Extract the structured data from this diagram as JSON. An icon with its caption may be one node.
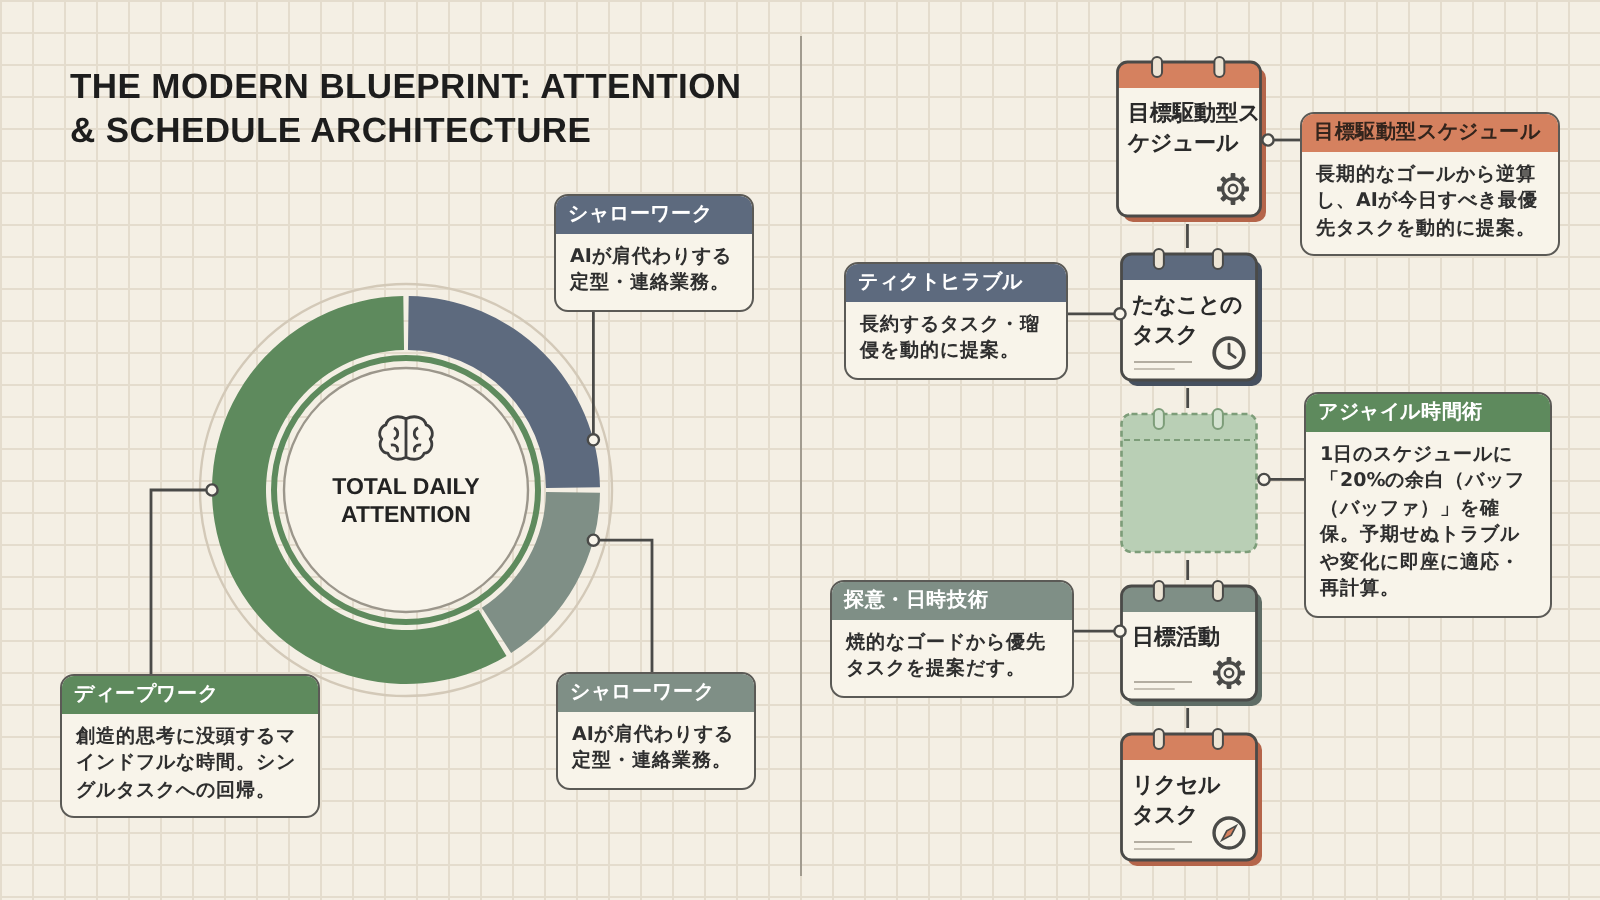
{
  "diagram": {
    "title": "THE MODERN BLUEPRINT: ATTENTION & SCHEDULE ARCHITECTURE",
    "nodes": [
      {
        "text": [
          "シャローワーク",
          "AIが肩代わりする定型・連絡業務。"
        ]
      },
      {
        "text": [
          "TOTAL DAILY ATTENTION"
        ]
      },
      {
        "text": [],
        "shape": "arc",
        "in": 1
      },
      {
        "text": [],
        "shape": "arc",
        "in": 1
      },
      {
        "text": [],
        "shape": "arc",
        "in": 1
      },
      {
        "text": [
          "ディープワーク",
          "創造的思考に没頭するマインドフルな時間。シングルタスクへの回帰。"
        ]
      },
      {
        "text": [
          "シャローワーク",
          "AIが肩代わりする定型・連絡業務。"
        ]
      },
      {
        "text": [
          "目標駆動型スケジュール"
        ]
      },
      {
        "text": [
          "目標駆動型スケジュール",
          "長期的なゴールから逆算し、AIが今日すべき最優先タスクを動的に提案。"
        ]
      },
      {
        "text": [
          "ティクトヒラブル",
          "長約するタスク・瑠侵を動的に提案。"
        ]
      },
      {
        "text": [
          "たなことのタスク"
        ]
      },
      {
        "text": [],
        "shape": "calendar"
      },
      {
        "text": [
          "アジャイル時間術",
          "1日のスケジュールに「20%の余白（バッフ（バッファ）」を確保。予期せぬトラブルや変化に即座に適応・再計算。"
        ]
      },
      {
        "text": [
          "探意・日時技術",
          "焼的なゴードから優先タスクを提案だす。"
        ]
      },
      {
        "text": [
          "日標活動"
        ]
      },
      {
        "text": [
          "リクセルタスク"
        ]
      }
    ],
    "edges": [
      {
        "from": 0,
        "to": 2,
        "arrow": "other"
      },
      {
        "from": 5,
        "to": 4,
        "arrow": "other"
      },
      {
        "from": 6,
        "to": 3,
        "arrow": "other"
      },
      {
        "from": 7,
        "to": 10,
        "arrow": "none"
      },
      {
        "from": 10,
        "to": 11,
        "arrow": "none"
      },
      {
        "from": 11,
        "to": 14,
        "arrow": "none"
      },
      {
        "from": 14,
        "to": 15,
        "arrow": "none"
      },
      {
        "from": 8,
        "to": 7,
        "arrow": "other"
      },
      {
        "from": 9,
        "to": 10,
        "arrow": "other"
      },
      {
        "from": 12,
        "to": 11,
        "arrow": "other"
      },
      {
        "from": 13,
        "to": 14,
        "arrow": "other"
      }
    ]
  }
}
